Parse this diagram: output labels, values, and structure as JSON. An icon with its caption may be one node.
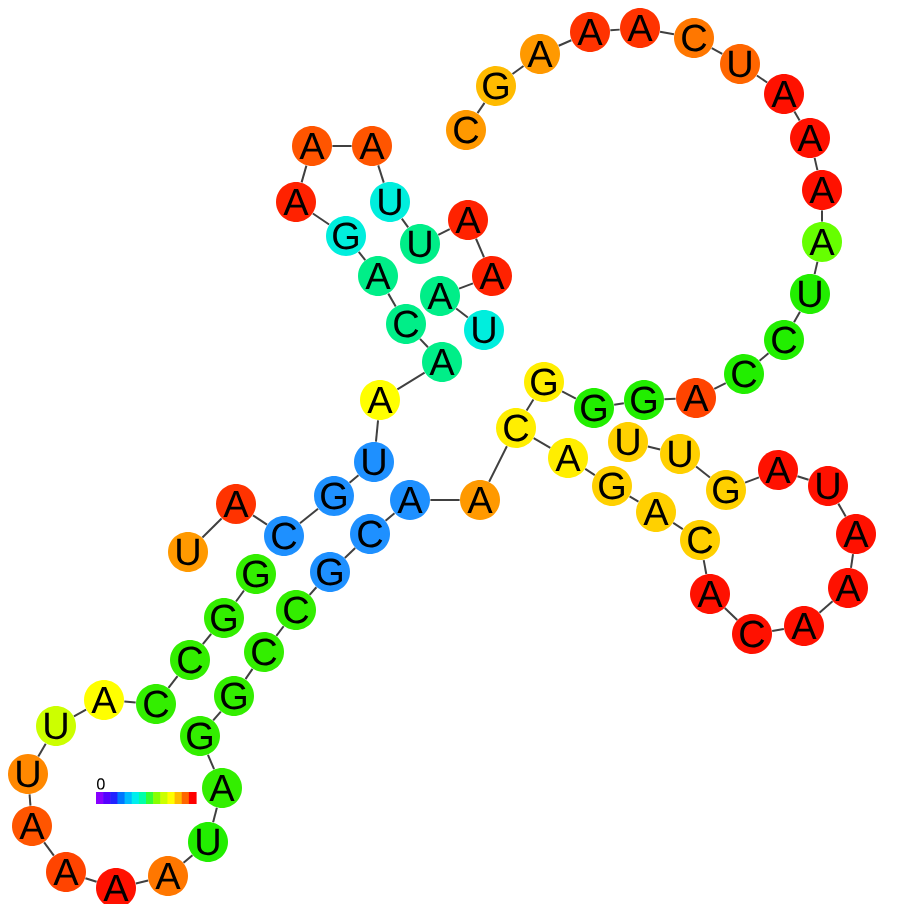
{
  "diagram": {
    "nodes": [
      {
        "text": [
          "U"
        ]
      },
      {
        "text": [
          "A"
        ]
      },
      {
        "text": [
          "C"
        ]
      },
      {
        "text": [
          "G"
        ]
      },
      {
        "text": [
          "U"
        ]
      },
      {
        "text": [
          "A"
        ]
      },
      {
        "text": [
          "A"
        ]
      },
      {
        "text": [
          "C"
        ]
      },
      {
        "text": [
          "A"
        ]
      },
      {
        "text": [
          "G"
        ]
      },
      {
        "text": [
          "A"
        ]
      },
      {
        "text": [
          "A"
        ]
      },
      {
        "text": [
          "A"
        ]
      },
      {
        "text": [
          "U"
        ]
      },
      {
        "text": [
          "U"
        ]
      },
      {
        "text": [
          "A"
        ]
      },
      {
        "text": [
          "A"
        ]
      },
      {
        "text": [
          "A"
        ]
      },
      {
        "text": [
          "U"
        ]
      },
      {
        "text": [
          "C"
        ]
      },
      {
        "text": [
          "G"
        ]
      },
      {
        "text": [
          "A"
        ]
      },
      {
        "text": [
          "A"
        ]
      },
      {
        "text": [
          "A"
        ]
      },
      {
        "text": [
          "C"
        ]
      },
      {
        "text": [
          "U"
        ]
      },
      {
        "text": [
          "A"
        ]
      },
      {
        "text": [
          "A"
        ]
      },
      {
        "text": [
          "A"
        ]
      },
      {
        "text": [
          "A"
        ]
      },
      {
        "text": [
          "U"
        ]
      },
      {
        "text": [
          "C"
        ]
      },
      {
        "text": [
          "C"
        ]
      },
      {
        "text": [
          "A"
        ]
      },
      {
        "text": [
          "G"
        ]
      },
      {
        "text": [
          "G"
        ]
      },
      {
        "text": [
          "G"
        ]
      },
      {
        "text": [
          "C"
        ]
      },
      {
        "text": [
          "A"
        ]
      },
      {
        "text": [
          "G"
        ]
      },
      {
        "text": [
          "A"
        ]
      },
      {
        "text": [
          "C"
        ]
      },
      {
        "text": [
          "A"
        ]
      },
      {
        "text": [
          "C"
        ]
      },
      {
        "text": [
          "A"
        ]
      },
      {
        "text": [
          "A"
        ]
      },
      {
        "text": [
          "A"
        ]
      },
      {
        "text": [
          "U"
        ]
      },
      {
        "text": [
          "A"
        ]
      },
      {
        "text": [
          "G"
        ]
      },
      {
        "text": [
          "U"
        ]
      },
      {
        "text": [
          "U"
        ]
      },
      {
        "text": [
          "A"
        ]
      },
      {
        "text": [
          "A"
        ]
      },
      {
        "text": [
          "C"
        ]
      },
      {
        "text": [
          "G"
        ]
      },
      {
        "text": [
          "C"
        ]
      },
      {
        "text": [
          "C"
        ]
      },
      {
        "text": [
          "G"
        ]
      },
      {
        "text": [
          "G"
        ]
      },
      {
        "text": [
          "A"
        ]
      },
      {
        "text": [
          "U"
        ]
      },
      {
        "text": [
          "A"
        ]
      },
      {
        "text": [
          "A"
        ]
      },
      {
        "text": [
          "A"
        ]
      },
      {
        "text": [
          "A"
        ]
      },
      {
        "text": [
          "U"
        ]
      },
      {
        "text": [
          "U"
        ]
      },
      {
        "text": [
          "A"
        ]
      },
      {
        "text": [
          "C"
        ]
      },
      {
        "text": [
          "C"
        ]
      },
      {
        "text": [
          "G"
        ]
      },
      {
        "text": [
          "G"
        ]
      }
    ],
    "edges": [
      {
        "from": 0,
        "to": 1,
        "arrow": "none"
      },
      {
        "from": 1,
        "to": 2,
        "arrow": "none"
      },
      {
        "from": 2,
        "to": 3,
        "arrow": "none"
      },
      {
        "from": 3,
        "to": 4,
        "arrow": "none"
      },
      {
        "from": 4,
        "to": 5,
        "arrow": "none"
      },
      {
        "from": 5,
        "to": 6,
        "arrow": "none"
      },
      {
        "from": 6,
        "to": 7,
        "arrow": "none"
      },
      {
        "from": 7,
        "to": 8,
        "arrow": "none"
      },
      {
        "from": 8,
        "to": 9,
        "arrow": "none"
      },
      {
        "from": 9,
        "to": 10,
        "arrow": "none"
      },
      {
        "from": 10,
        "to": 11,
        "arrow": "none"
      },
      {
        "from": 11,
        "to": 12,
        "arrow": "none"
      },
      {
        "from": 12,
        "to": 13,
        "arrow": "none"
      },
      {
        "from": 13,
        "to": 14,
        "arrow": "none"
      },
      {
        "from": 14,
        "to": 15,
        "arrow": "none"
      },
      {
        "from": 15,
        "to": 16,
        "arrow": "none"
      },
      {
        "from": 16,
        "to": 17,
        "arrow": "none"
      },
      {
        "from": 17,
        "to": 18,
        "arrow": "none"
      },
      {
        "from": 19,
        "to": 20,
        "arrow": "none"
      },
      {
        "from": 20,
        "to": 21,
        "arrow": "none"
      },
      {
        "from": 21,
        "to": 22,
        "arrow": "none"
      },
      {
        "from": 22,
        "to": 23,
        "arrow": "none"
      },
      {
        "from": 23,
        "to": 24,
        "arrow": "none"
      },
      {
        "from": 24,
        "to": 25,
        "arrow": "none"
      },
      {
        "from": 25,
        "to": 26,
        "arrow": "none"
      },
      {
        "from": 26,
        "to": 27,
        "arrow": "none"
      },
      {
        "from": 27,
        "to": 28,
        "arrow": "none"
      },
      {
        "from": 28,
        "to": 29,
        "arrow": "none"
      },
      {
        "from": 29,
        "to": 30,
        "arrow": "none"
      },
      {
        "from": 30,
        "to": 31,
        "arrow": "none"
      },
      {
        "from": 31,
        "to": 32,
        "arrow": "none"
      },
      {
        "from": 32,
        "to": 33,
        "arrow": "none"
      },
      {
        "from": 33,
        "to": 34,
        "arrow": "none"
      },
      {
        "from": 34,
        "to": 35,
        "arrow": "none"
      },
      {
        "from": 35,
        "to": 36,
        "arrow": "none"
      },
      {
        "from": 36,
        "to": 37,
        "arrow": "none"
      },
      {
        "from": 37,
        "to": 38,
        "arrow": "none"
      },
      {
        "from": 38,
        "to": 39,
        "arrow": "none"
      },
      {
        "from": 39,
        "to": 40,
        "arrow": "none"
      },
      {
        "from": 40,
        "to": 41,
        "arrow": "none"
      },
      {
        "from": 41,
        "to": 42,
        "arrow": "none"
      },
      {
        "from": 42,
        "to": 43,
        "arrow": "none"
      },
      {
        "from": 43,
        "to": 44,
        "arrow": "none"
      },
      {
        "from": 44,
        "to": 45,
        "arrow": "none"
      },
      {
        "from": 45,
        "to": 46,
        "arrow": "none"
      },
      {
        "from": 46,
        "to": 47,
        "arrow": "none"
      },
      {
        "from": 47,
        "to": 48,
        "arrow": "none"
      },
      {
        "from": 48,
        "to": 49,
        "arrow": "none"
      },
      {
        "from": 49,
        "to": 50,
        "arrow": "none"
      },
      {
        "from": 50,
        "to": 51,
        "arrow": "none"
      },
      {
        "from": 37,
        "to": 52,
        "arrow": "none"
      },
      {
        "from": 52,
        "to": 53,
        "arrow": "none"
      },
      {
        "from": 53,
        "to": 54,
        "arrow": "none"
      },
      {
        "from": 54,
        "to": 55,
        "arrow": "none"
      },
      {
        "from": 55,
        "to": 56,
        "arrow": "none"
      },
      {
        "from": 56,
        "to": 57,
        "arrow": "none"
      },
      {
        "from": 57,
        "to": 58,
        "arrow": "none"
      },
      {
        "from": 58,
        "to": 59,
        "arrow": "none"
      },
      {
        "from": 59,
        "to": 60,
        "arrow": "none"
      },
      {
        "from": 60,
        "to": 61,
        "arrow": "none"
      },
      {
        "from": 61,
        "to": 62,
        "arrow": "none"
      },
      {
        "from": 62,
        "to": 63,
        "arrow": "none"
      },
      {
        "from": 63,
        "to": 64,
        "arrow": "none"
      },
      {
        "from": 64,
        "to": 65,
        "arrow": "none"
      },
      {
        "from": 65,
        "to": 66,
        "arrow": "none"
      },
      {
        "from": 66,
        "to": 67,
        "arrow": "none"
      },
      {
        "from": 67,
        "to": 68,
        "arrow": "none"
      },
      {
        "from": 68,
        "to": 69,
        "arrow": "none"
      },
      {
        "from": 69,
        "to": 70,
        "arrow": "none"
      },
      {
        "from": 70,
        "to": 71,
        "arrow": "none"
      },
      {
        "from": 71,
        "to": 72,
        "arrow": "none"
      }
    ],
    "labels": [
      "0"
    ]
  }
}
